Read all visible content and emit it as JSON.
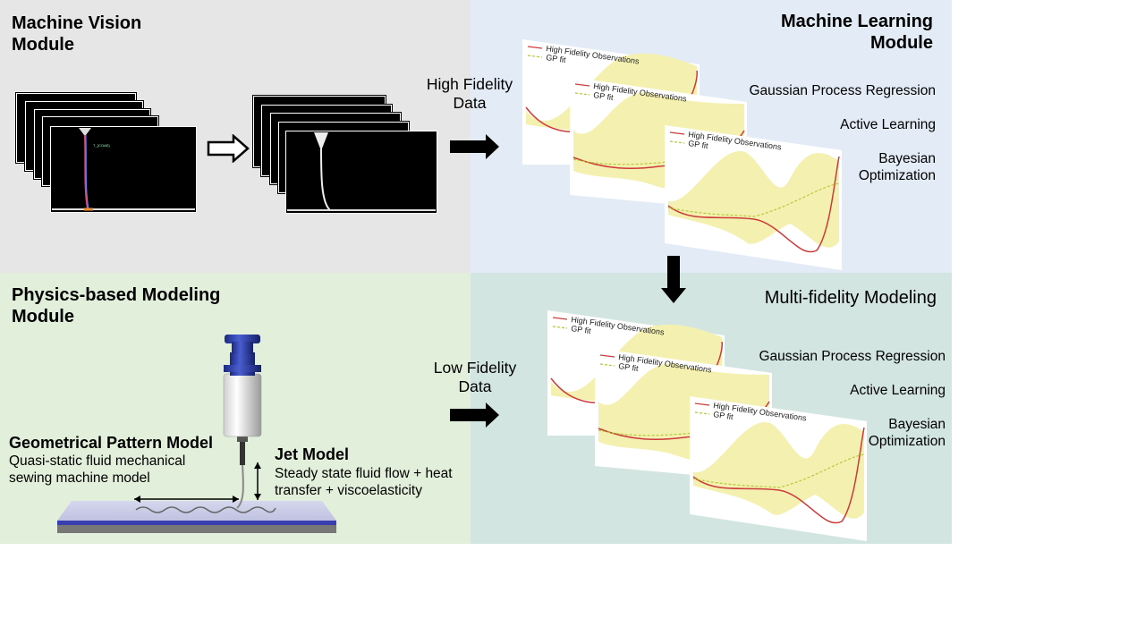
{
  "machine_vision": {
    "title_line1": "Machine Vision",
    "title_line2": "Module",
    "overlay_label_1": "T_{COAE}"
  },
  "machine_learning": {
    "title_line1": "Machine Learning",
    "title_line2": "Module",
    "methods": [
      "Gaussian Process Regression",
      "Active Learning",
      "Bayesian",
      "Optimization"
    ]
  },
  "physics": {
    "title_line1": "Physics-based Modeling",
    "title_line2": "Module",
    "geo_title": "Geometrical Pattern Model",
    "geo_desc_line1": "Quasi-static fluid mechanical",
    "geo_desc_line2": "sewing machine model",
    "jet_title": "Jet Model",
    "jet_desc_line1": "Steady state fluid flow + heat",
    "jet_desc_line2": "transfer + viscoelasticity"
  },
  "multi_fidelity": {
    "title": "Multi-fidelity Modeling",
    "methods": [
      "Gaussian Process Regression",
      "Active Learning",
      "Bayesian",
      "Optimization"
    ]
  },
  "arrows": {
    "high_line1": "High Fidelity",
    "high_line2": "Data",
    "low_line1": "Low Fidelity",
    "low_line2": "Data"
  },
  "plot_legend": {
    "observations": "High Fidelity Observations",
    "fit": "GP fit"
  },
  "colors": {
    "vision_bg": "#e6e6e6",
    "ml_bg": "#e3ecf6",
    "physics_bg": "#e2efda",
    "multi_bg": "#d3e5e1",
    "gp_band": "#f4f1b0",
    "gp_line": "#cc3a3a",
    "gp_fit": "#b7c83a",
    "syringe_blue": "#2a3ba0"
  }
}
